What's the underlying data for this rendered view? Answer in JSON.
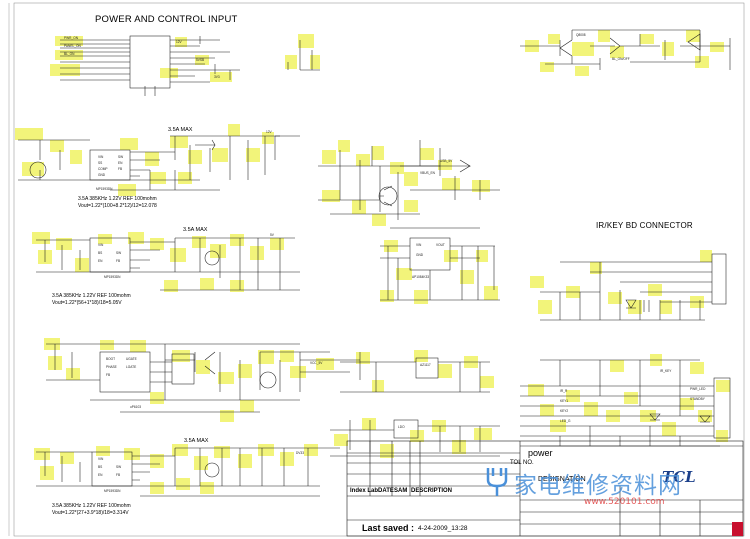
{
  "sections": {
    "power_control": "POWER AND CONTROL INPUT",
    "ir_key": "IR/KEY BD CONNECTOR"
  },
  "regulators": [
    {
      "max": "3.5A MAX",
      "line1": "3.5A 385KHz 1.22V REF 100mohm",
      "line2": "Vout=1.22*(100+8.2*12)/12=12.078"
    },
    {
      "max": "3.5A MAX",
      "line1": "3.5A 385KHz 1.22V REF 100mohm",
      "line2": "Vout=1.22*(56+1*18)/18=5.05V"
    },
    {
      "max": "3.5A MAX",
      "line1": "3.5A 385KHz 1.22V REF 100mohm",
      "line2": "Vout=1.22*(27+3.9*18)/18=3.314V"
    }
  ],
  "title_block": {
    "page_title": "power",
    "designation": "DESIGNATION",
    "logo": "TCL",
    "headers": [
      "Index Lab",
      "DATE",
      "SAM",
      "DESCRIPTION"
    ],
    "last_saved_label": "Last saved :",
    "last_saved_value": "4-24-2009_13:28",
    "doc_no_label": "TOL NO."
  },
  "watermark": {
    "text": "家电维修资料网",
    "url": "www.520101.com"
  },
  "colors": {
    "highlight": "#f2f47a",
    "line": "#1a1a1a",
    "watermark": "#4a90d9",
    "title_accent": "#c8102e"
  }
}
